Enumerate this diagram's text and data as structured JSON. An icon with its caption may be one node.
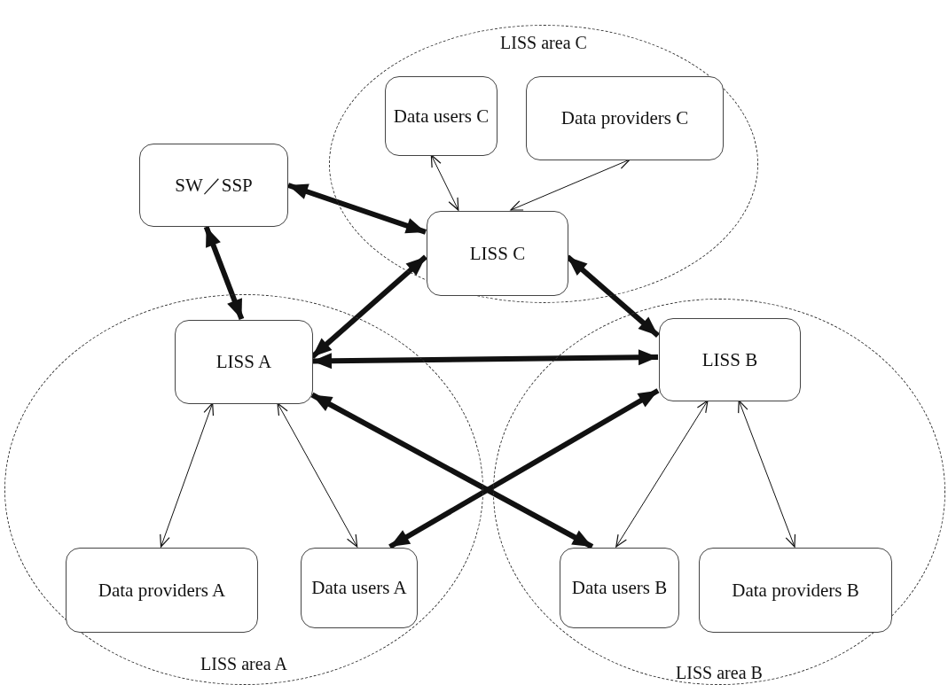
{
  "diagram": {
    "nodes": [
      {
        "text": [
          "LISS area C"
        ]
      },
      {
        "text": [
          "Data users C"
        ],
        "in": 0
      },
      {
        "text": [
          "Data providers C"
        ],
        "in": 0
      },
      {
        "text": [
          "SW／SSP"
        ]
      },
      {
        "text": [
          "LISS C"
        ],
        "in": 0
      },
      {
        "text": [
          "LISS area A"
        ]
      },
      {
        "text": [
          "LISS A"
        ],
        "in": 5
      },
      {
        "text": [
          "LISS area B"
        ]
      },
      {
        "text": [
          "LISS B"
        ],
        "in": 7
      },
      {
        "text": [
          "Data providers A"
        ],
        "in": 5
      },
      {
        "text": [
          "Data users A"
        ],
        "in": 5
      },
      {
        "text": [
          "Data users B"
        ],
        "in": 7
      },
      {
        "text": [
          "Data providers B"
        ],
        "in": 7
      }
    ],
    "edges": [
      {
        "from": 3,
        "to": 4,
        "arrow": "both"
      },
      {
        "from": 3,
        "to": 6,
        "arrow": "both"
      },
      {
        "from": 4,
        "to": 6,
        "arrow": "both"
      },
      {
        "from": 4,
        "to": 8,
        "arrow": "both"
      },
      {
        "from": 6,
        "to": 8,
        "arrow": "both"
      },
      {
        "from": 6,
        "to": 11,
        "arrow": "both"
      },
      {
        "from": 8,
        "to": 10,
        "arrow": "both"
      },
      {
        "from": 1,
        "to": 4,
        "arrow": "both"
      },
      {
        "from": 2,
        "to": 4,
        "arrow": "both"
      },
      {
        "from": 6,
        "to": 9,
        "arrow": "both"
      },
      {
        "from": 6,
        "to": 10,
        "arrow": "both"
      },
      {
        "from": 8,
        "to": 11,
        "arrow": "both"
      },
      {
        "from": 8,
        "to": 12,
        "arrow": "both"
      }
    ]
  }
}
